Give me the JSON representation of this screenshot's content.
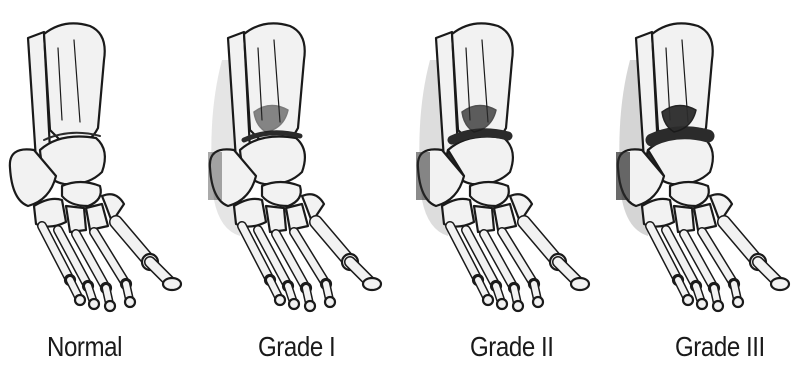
{
  "panels": [
    {
      "caption": "Normal",
      "grade": 0
    },
    {
      "caption": "Grade I",
      "grade": 1
    },
    {
      "caption": "Grade II",
      "grade": 2
    },
    {
      "caption": "Grade III",
      "grade": 3
    }
  ],
  "colors": {
    "ink": "#1a1a1a",
    "bone": "#f2f2f2",
    "shadow": "#2b2b2b",
    "halo": "#9a9a9a"
  }
}
